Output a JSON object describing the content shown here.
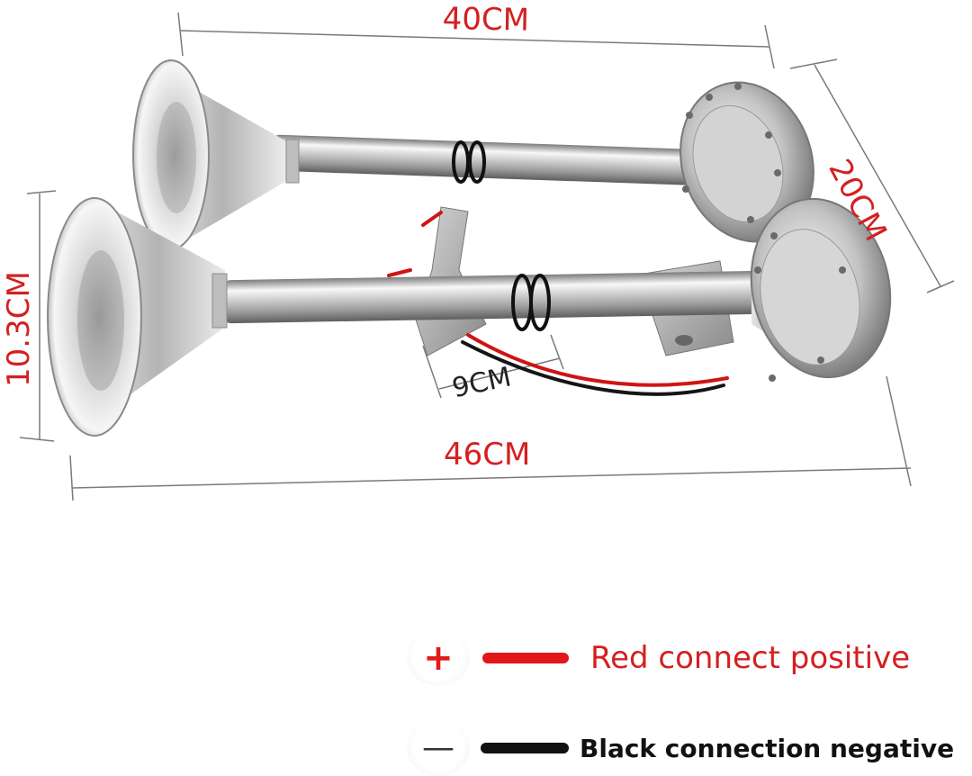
{
  "dimensions": {
    "length_top": "40CM",
    "depth_right": "20CM",
    "bell_diameter_left": "10.3CM",
    "length_bottom": "46CM",
    "bracket_spacing": "9CM"
  },
  "legend": {
    "positive": {
      "sign": "+",
      "text": "Red connect positive",
      "color": "#e3161a"
    },
    "negative": {
      "sign": "—",
      "text": "Black connection negative",
      "color": "#111111"
    }
  },
  "colors": {
    "dimension_text": "#d42020",
    "dimension_line": "#7a7a7a",
    "chrome_light": "#f4f4f4",
    "chrome_dark": "#8c8c8c"
  }
}
